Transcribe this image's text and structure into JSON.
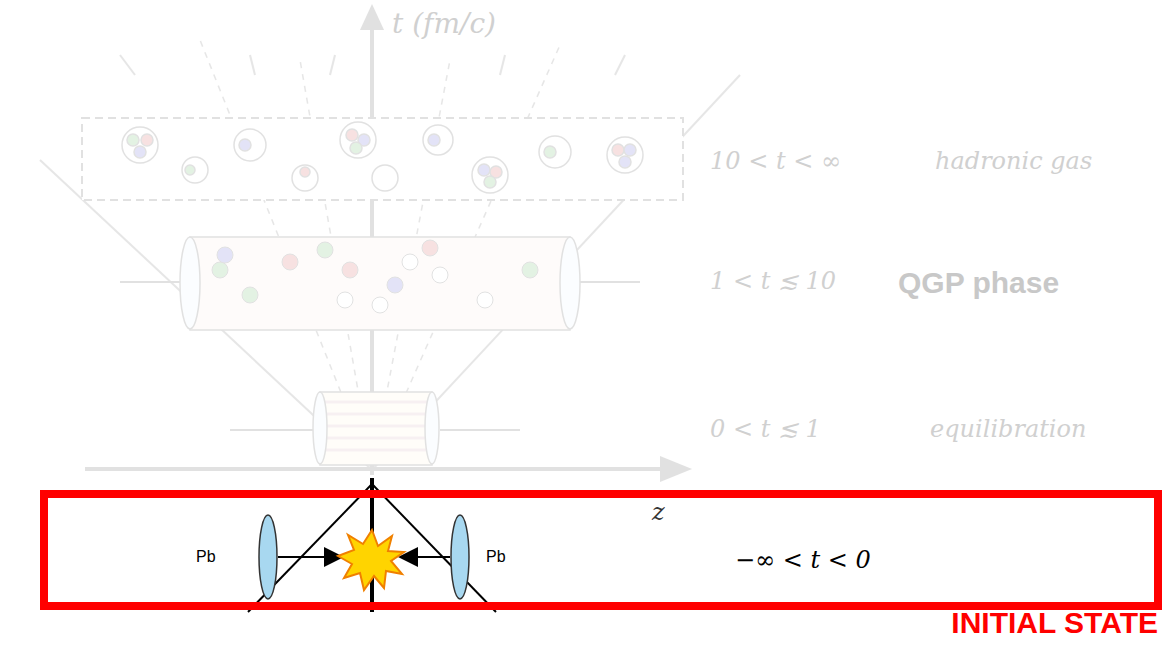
{
  "diagram": {
    "nodes": [
      {
        "text": [
          "INITIAL STATE"
        ]
      }
    ],
    "labels": [
      "t (fm/c)",
      "z",
      "10 < t < ∞",
      "hadronic gas",
      "1 < t ≲ 10",
      "QGP phase",
      "0 < t ≲ 1",
      "equilibration",
      "Pb",
      "Pb",
      "−∞ < t < 0"
    ]
  }
}
